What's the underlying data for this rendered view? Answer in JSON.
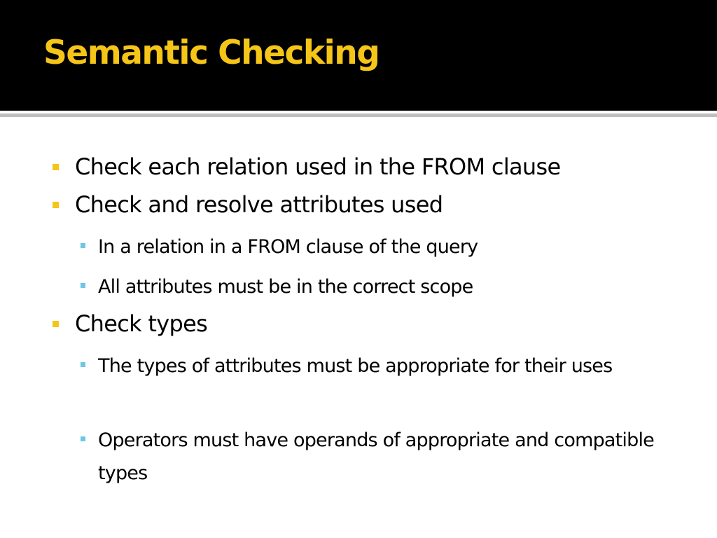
{
  "slide": {
    "title": "Semantic Checking",
    "colors": {
      "title_bar": "#000000",
      "title_text": "#f5c518",
      "bullet_level1": "#f5c518",
      "bullet_level2": "#6ec6e6",
      "body_text": "#000000"
    },
    "bullets": [
      {
        "text": "Check each relation used in the FROM clause"
      },
      {
        "text": "Check and resolve attributes used"
      },
      {
        "text": "In a relation in a FROM clause of the query"
      },
      {
        "text": "All attributes must be in the correct scope"
      },
      {
        "text": "Check types"
      },
      {
        "text": "The types of attributes must be appropriate for their uses"
      },
      {
        "text": "Operators must have operands of appropriate and compatible types"
      }
    ]
  }
}
